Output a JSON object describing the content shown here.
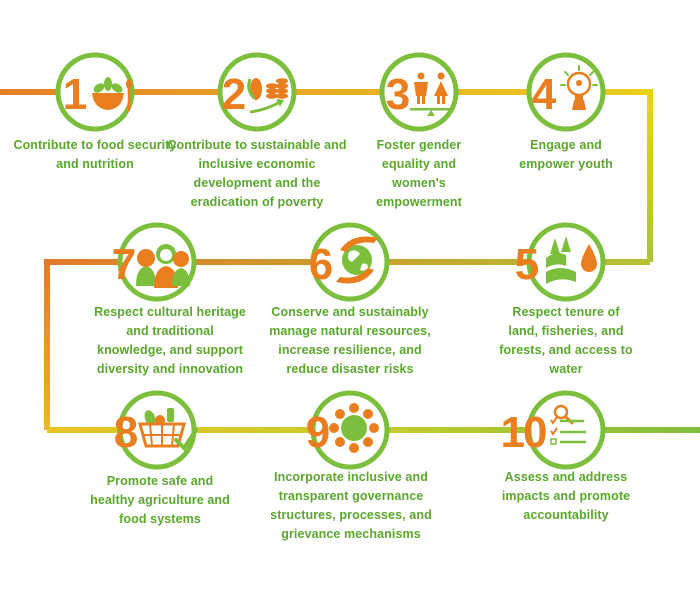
{
  "colors": {
    "ring": "#7cbf3c",
    "label": "#5aa82c",
    "number": "#ea7e1e",
    "icon_orange": "#ea7e1e",
    "icon_green": "#7cbf3c",
    "path_orange": "#e8892b",
    "path_yellow": "#e6d21c",
    "path_green": "#8cc43c"
  },
  "principles": [
    {
      "number": "1",
      "label": "Contribute to food security and nutrition",
      "icon": "salad-bowl-icon"
    },
    {
      "number": "2",
      "label": "Contribute to sustainable and inclusive economic development and the eradication of poverty",
      "icon": "growth-coins-icon"
    },
    {
      "number": "3",
      "label": "Foster gender equality and women's empowerment",
      "icon": "gender-balance-icon"
    },
    {
      "number": "4",
      "label": "Engage and empower youth",
      "icon": "youth-lightbulb-icon"
    },
    {
      "number": "5",
      "label": "Respect tenure of land, fisheries, and forests, and access to water",
      "icon": "land-water-icon"
    },
    {
      "number": "6",
      "label": "Conserve and sustainably manage natural resources, increase resilience, and reduce disaster risks",
      "icon": "globe-hands-icon"
    },
    {
      "number": "7",
      "label": "Respect cultural heritage and traditional knowledge, and support diversity and innovation",
      "icon": "diverse-people-icon"
    },
    {
      "number": "8",
      "label": "Promote safe and healthy agriculture and food systems",
      "icon": "food-basket-icon"
    },
    {
      "number": "9",
      "label": "Incorporate inclusive and transparent governance structures, processes, and grievance mechanisms",
      "icon": "round-table-icon"
    },
    {
      "number": "10",
      "label": "Assess and address impacts and promote accountability",
      "icon": "checklist-magnifier-icon"
    }
  ]
}
